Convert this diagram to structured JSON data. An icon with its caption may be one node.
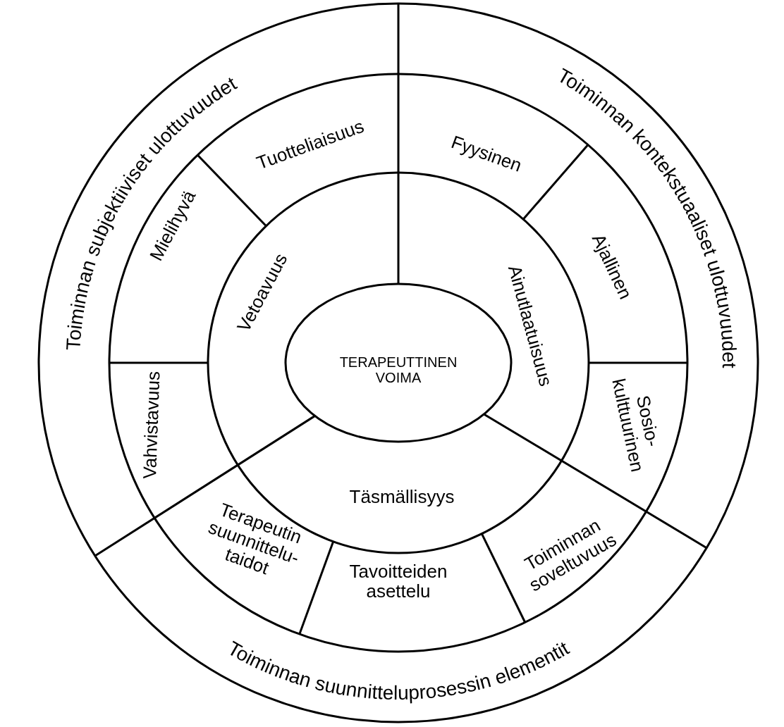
{
  "diagram": {
    "nodes": [
      {
        "text": [
          "Toiminnan subjektiiviset ulottuvuudet"
        ]
      },
      {
        "text": [
          "Toiminnan kontekstuaaliset ulottuvuudet"
        ]
      },
      {
        "text": [
          "Tuotteliaisuus"
        ]
      },
      {
        "text": [
          "Fyysinen"
        ]
      },
      {
        "text": [
          "Mielihyvä"
        ]
      },
      {
        "text": [
          "Vetoavuus"
        ]
      },
      {
        "text": [
          "Ainutlaatuisuus"
        ]
      },
      {
        "text": [
          "Ajallinen"
        ]
      },
      {
        "text": [
          "TERAPEUTTINEN VOIMA"
        ]
      },
      {
        "text": [
          "Vahvistavuus"
        ]
      },
      {
        "text": [
          "Sosio- kulttuurinen"
        ]
      },
      {
        "text": [
          "Täsmällisyys"
        ]
      },
      {
        "text": [
          "Terapeutin suunnittelu- taidot"
        ]
      },
      {
        "text": [
          "Tavoitteiden asettelu"
        ]
      },
      {
        "text": [
          "Toiminnan soveltuvuus"
        ]
      },
      {
        "text": [
          "Toiminnan suunnitteluprosessin elementit"
        ]
      }
    ]
  }
}
